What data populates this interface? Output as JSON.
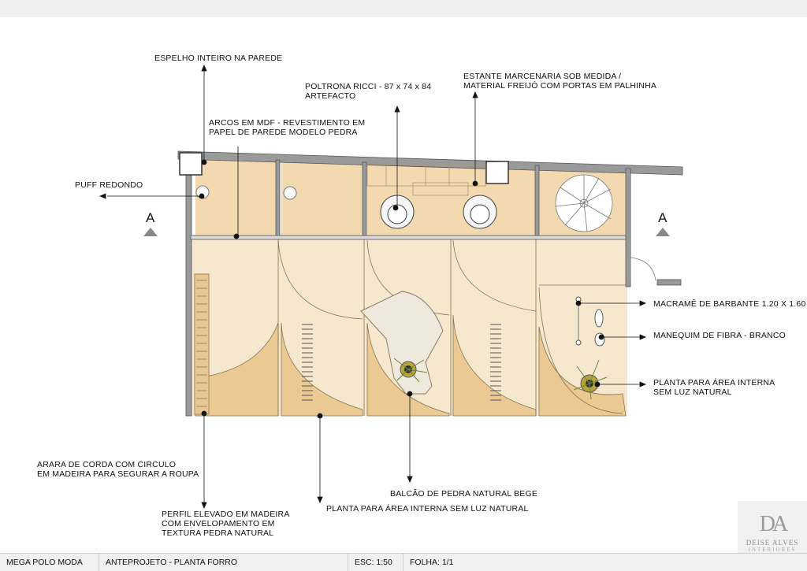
{
  "annotations": {
    "espelho": "ESPELHO INTEIRO NA PAREDE",
    "poltrona_1": "POLTRONA RICCI - 87 x 74 x 84",
    "poltrona_2": "ARTEFACTO",
    "estante_1": "ESTANTE MARCENARIA SOB MEDIDA /",
    "estante_2": " MATERIAL FREIJÓ COM PORTAS EM PALHINHA",
    "arcos_1": "ARCOS EM MDF - REVESTIMENTO EM",
    "arcos_2": "PAPEL DE PAREDE MODELO PEDRA",
    "puff": "PUFF REDONDO",
    "macrame": "MACRAMÊ DE BARBANTE  1.20 X 1.60",
    "manequim": "MANEQUIM DE FIBRA - BRANCO",
    "planta_dir_1": "PLANTA PARA ÁREA INTERNA",
    "planta_dir_2": "SEM LUZ NATURAL",
    "arara_1": "ARARA DE CORDA COM CIRCULO",
    "arara_2": "EM MADEIRA PARA SEGURAR A ROUPA",
    "balcao": "BALCÃO DE PEDRA  NATURAL BEGE",
    "perfil_1": "PERFIL ELEVADO EM MADEIRA",
    "perfil_2": "COM ENVELOPAMENTO  EM",
    "perfil_3": "TEXTURA PEDRA NATURAL",
    "planta_baixo": "PLANTA PARA ÁREA INTERNA SEM LUZ NATURAL"
  },
  "section_marks": {
    "left": "A",
    "right": "A"
  },
  "footer": {
    "project": "MEGA POLO MODA",
    "sheet_title": "ANTEPROJETO - PLANTA FORRO",
    "scale": "ESC: 1:50",
    "sheet": "FOLHA: 1/1"
  },
  "logo": {
    "monogram": "DA",
    "brand": "DEISE ALVES",
    "subtitle": "INTERIORES"
  },
  "colors": {
    "floor_upper": "#f2d9b0",
    "floor_lower": "#f6e8cf",
    "arch_fill": "#ebc992",
    "wall": "#9a9a9a"
  }
}
